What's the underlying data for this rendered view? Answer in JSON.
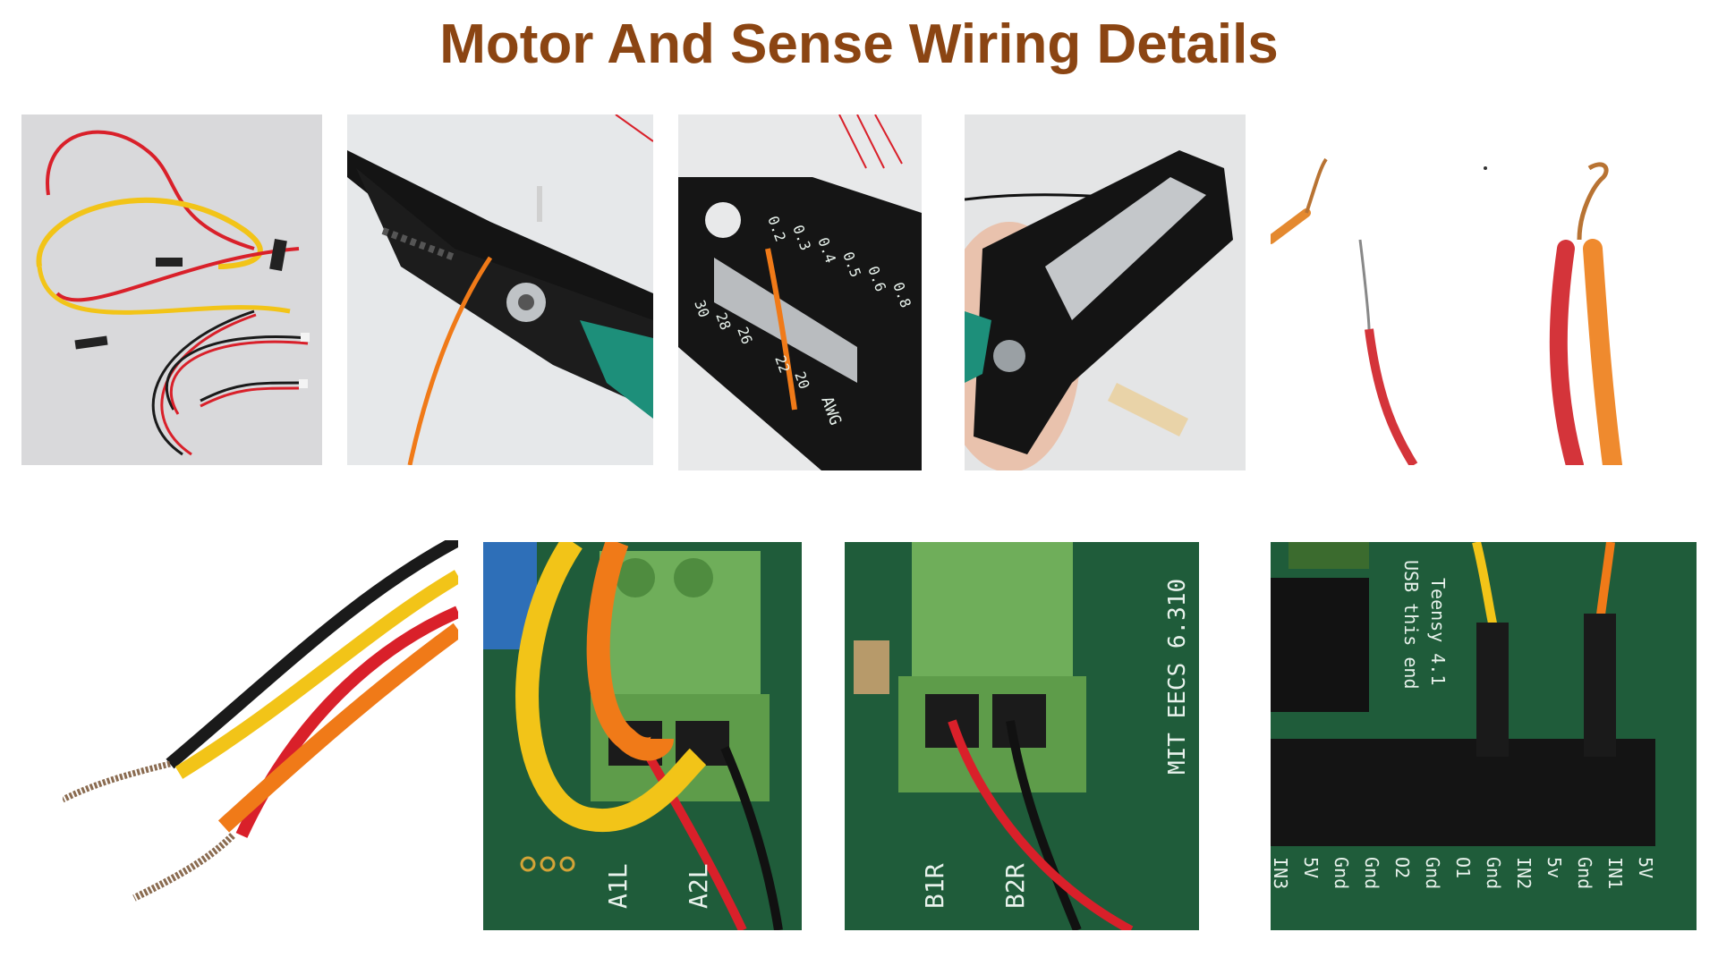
{
  "slide": {
    "title": "Motor And Sense Wiring Details"
  },
  "photos": {
    "tool_scale_numbers": [
      "0.2",
      "0.3",
      "0.4",
      "0.5",
      "0.6",
      "0.8",
      "30",
      "28",
      "26",
      "22",
      "20",
      "AWG"
    ],
    "motor_terminal_a": [
      "A1L",
      "A2L"
    ],
    "motor_terminal_b": [
      "B1R",
      "B2R"
    ],
    "board_marking": "MIT EECS 6.310",
    "teensy_labels": [
      "Teensy 4.1",
      "USB this end"
    ],
    "header_pin_labels": [
      "IN3",
      "5V",
      "Gnd",
      "Gnd",
      "O2",
      "Gnd",
      "O1",
      "Gnd",
      "IN2",
      "5v",
      "Gnd",
      "IN1",
      "5V"
    ]
  },
  "colors": {
    "title": "#8B4513",
    "pcb_green": "#1f5c3a",
    "terminal_green": "#6fae5a",
    "wire_red": "#d9202a",
    "wire_yellow": "#f2c418",
    "wire_orange": "#f07a18",
    "wire_black": "#1a1a1a"
  }
}
